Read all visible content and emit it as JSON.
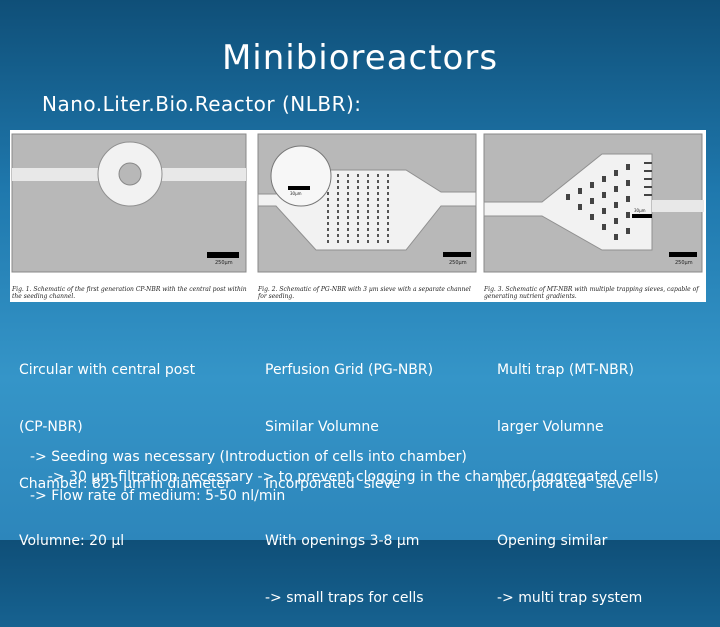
{
  "slide": {
    "title": "Minibioreactors",
    "subtitle": "Nano.Liter.Bio.Reactor (NLBR):"
  },
  "figures": [
    {
      "caption": "Fig. 1. Schematic of the first generation CP-NBR with the central post within the seeding channel.",
      "scale_label": "250µm"
    },
    {
      "caption": "Fig. 2. Schematic of PG-NBR with 3 µm sieve with a separate channel for seeding.",
      "inner_label": "30µm",
      "scale_label": "250µm"
    },
    {
      "caption": "Fig. 3. Schematic of MT-NBR with multiple trapping sieves, capable of generating nutrient gradients.",
      "inner_label": "30µm",
      "scale_label": "250µm"
    }
  ],
  "columns": [
    {
      "lines": [
        "Circular with central post",
        "(CP-NBR)",
        "Chamber: 825 µm in diameter",
        "Volumne: 20 µl"
      ]
    },
    {
      "lines": [
        "Perfusion Grid (PG-NBR)",
        "Similar Volumne",
        "Incorporated  sieve",
        "With openings 3-8 µm",
        "-> small traps for cells"
      ]
    },
    {
      "lines": [
        "Multi trap (MT-NBR)",
        "larger Volumne",
        "Incorporated  sieve",
        "Opening similar",
        "-> multi trap system"
      ]
    }
  ],
  "notes": [
    "-> Seeding was necessary (Introduction of cells into chamber)",
    "    -> 30 µm filtration necessary -> to prevent clogging in the chamber (aggregated cells)",
    "-> Flow rate of medium: 5-50 nl/min"
  ]
}
